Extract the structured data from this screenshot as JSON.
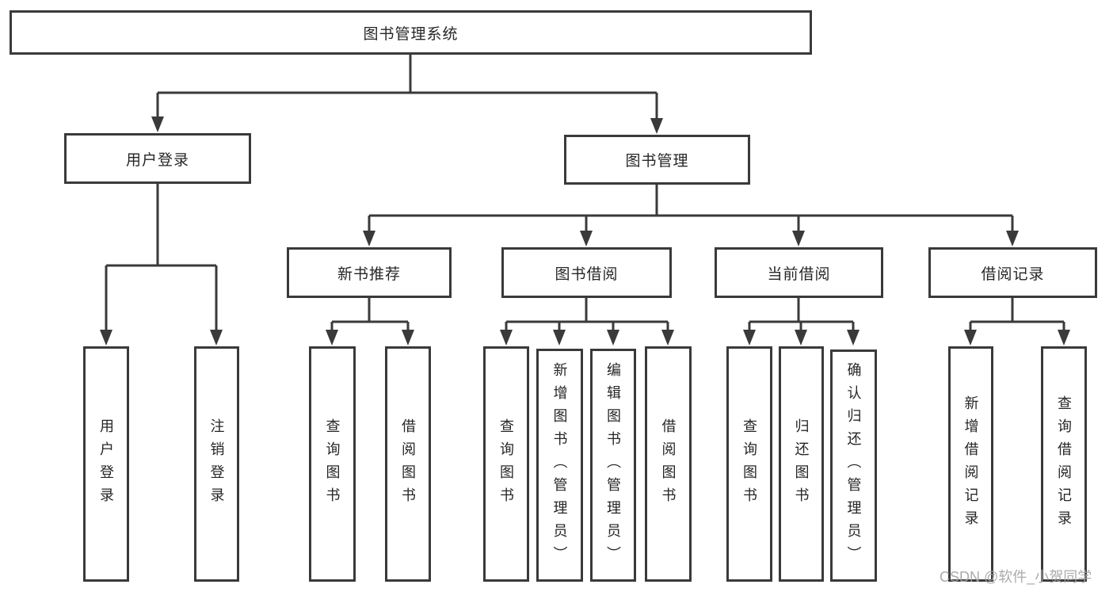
{
  "diagram": {
    "root": "图书管理系统",
    "level2": [
      "用户登录",
      "图书管理"
    ],
    "level3": [
      "新书推荐",
      "图书借阅",
      "当前借阅",
      "借阅记录"
    ],
    "leaves": {
      "g1": [
        "用户登录",
        "注销登录"
      ],
      "g2": [
        "查询图书",
        "借阅图书"
      ],
      "g3": [
        "查询图书",
        "新增图书（管理员）",
        "编辑图书（管理员）",
        "借阅图书"
      ],
      "g4": [
        "查询图书",
        "归还图书",
        "确认归还（管理员）"
      ],
      "g5": [
        "新增借阅记录",
        "查询借阅记录"
      ]
    }
  },
  "watermark": "CSDN @软件_小贺同学",
  "colors": {
    "line": "#3a3a3a",
    "box_border": "#3a3a3a",
    "text": "#262626",
    "background": "#ffffff",
    "watermark": "#a4a4a4"
  }
}
